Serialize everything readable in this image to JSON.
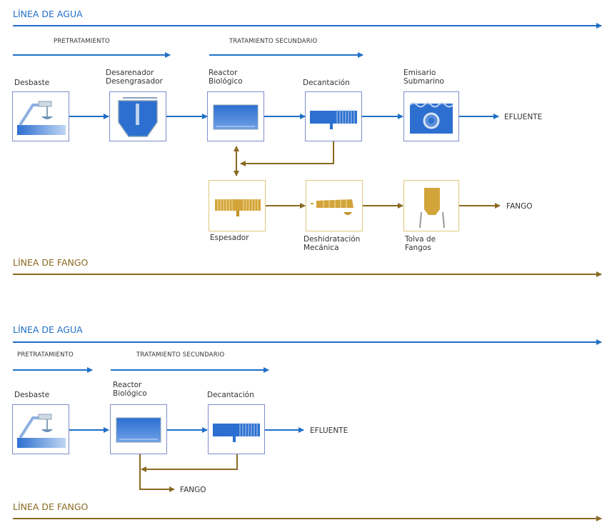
{
  "colors": {
    "water": "#1f6fc6",
    "sludge": "#8a6a22",
    "water_box_border": "#7e8ccc",
    "sludge_box_border": "#e0c77a"
  },
  "diagram1": {
    "linea_agua": "LÍNEA DE AGUA",
    "linea_fango": "LÍNEA DE FANGO",
    "pretratamiento": "PRETRATAMIENTO",
    "tratamiento_secundario": "TRATAMIENTO SECUNDARIO",
    "desbaste": "Desbaste",
    "desarenador": "Desarenador\nDesengrasador",
    "reactor": "Reactor\nBiológico",
    "decantacion": "Decantación",
    "emisario": "Emisario\nSubmarino",
    "efluente": "EFLUENTE",
    "espesador": "Espesador",
    "deshidratacion": "Deshidratación\nMecánica",
    "tolva": "Tolva de\nFangos",
    "fango": "FANGO"
  },
  "diagram2": {
    "linea_agua": "LÍNEA DE AGUA",
    "linea_fango": "LÍNEA DE FANGO",
    "pretratamiento": "PRETRATAMIENTO",
    "tratamiento_secundario": "TRATAMIENTO SECUNDARIO",
    "desbaste": "Desbaste",
    "reactor": "Reactor\nBiológico",
    "decantacion": "Decantación",
    "efluente": "EFLUENTE",
    "fango": "FANGO"
  }
}
